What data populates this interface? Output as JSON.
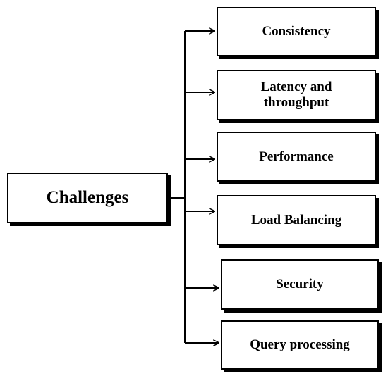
{
  "diagram": {
    "root": {
      "label": "Challenges"
    },
    "children": [
      {
        "label": "Consistency"
      },
      {
        "label": "Latency and throughput"
      },
      {
        "label": "Performance"
      },
      {
        "label": "Load Balancing"
      },
      {
        "label": "Security"
      },
      {
        "label": "Query processing"
      }
    ],
    "colors": {
      "stroke": "#000000",
      "fill": "#ffffff"
    }
  }
}
